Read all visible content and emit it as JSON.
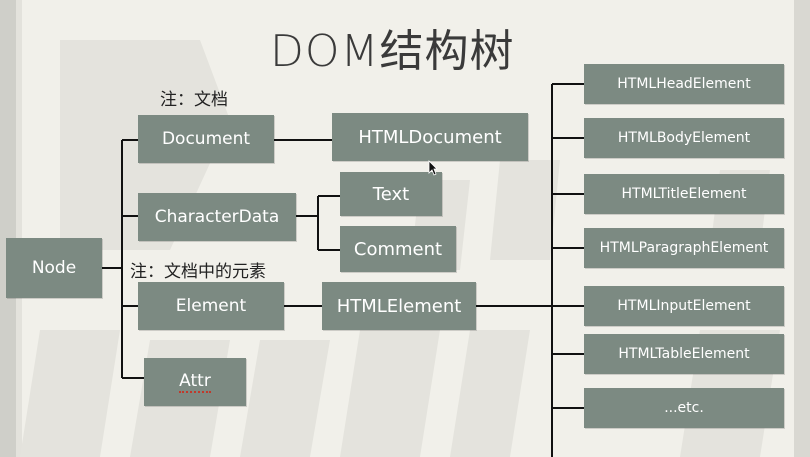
{
  "title": "DOM结构树",
  "notes": {
    "document_note": "注：文档",
    "element_note": "注：文档中的元素"
  },
  "nodes": {
    "node": "Node",
    "document": "Document",
    "character_data": "CharacterData",
    "element": "Element",
    "attr": "Attr",
    "html_document": "HTMLDocument",
    "text": "Text",
    "comment": "Comment",
    "html_element": "HTMLElement"
  },
  "html_element_children": [
    "HTMLHeadElement",
    "HTMLBodyElement",
    "HTMLTitleElement",
    "HTMLParagraphElement",
    "HTMLInputElement",
    "HTMLTableElement",
    "...etc."
  ],
  "colors": {
    "box_fill": "#7c8a82",
    "box_text": "#ffffff",
    "line": "#111111",
    "background": "#f1f0ea"
  }
}
